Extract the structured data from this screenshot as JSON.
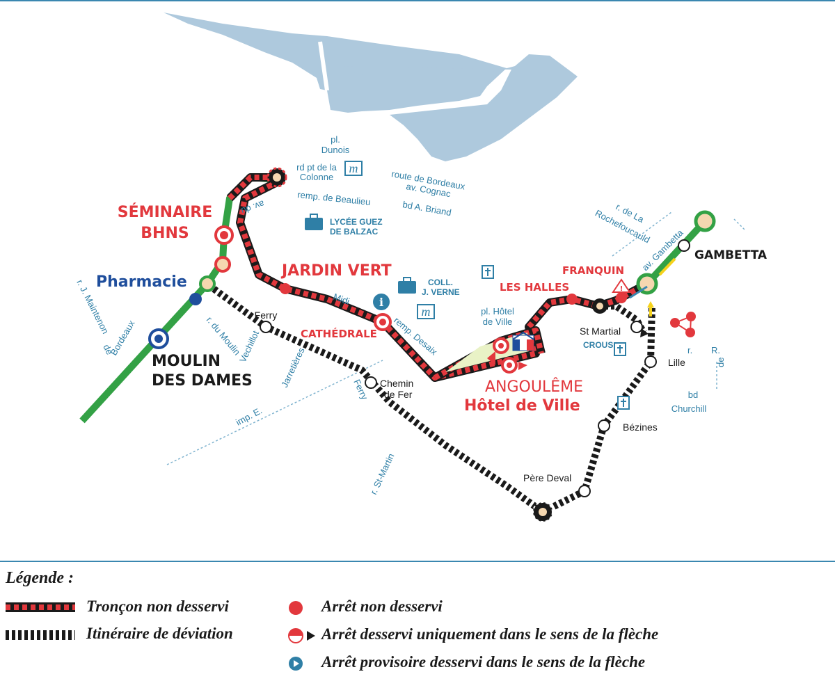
{
  "map": {
    "stops": {
      "seminaire": "SÉMINAIRE\nBHNS",
      "pharmacie": "Pharmacie",
      "moulin": "MOULIN\nDES DAMES",
      "jardin_vert": "JARDIN VERT",
      "cathedrale": "CATHÉDRALE",
      "les_halles": "LES HALLES",
      "franquin": "FRANQUIN",
      "gambetta": "GAMBETTA",
      "angouleme": "ANGOULÊME",
      "hotel_de_ville": "Hôtel de Ville",
      "ferry": "Ferry",
      "chemin_de_fer": "Chemin\nde Fer",
      "pere_deval": "Père Deval",
      "bezines": "Bézines",
      "lille": "Lille",
      "st_martial": "St Martial"
    },
    "streets": {
      "dunois": "pl.\nDunois",
      "rd_pt": "rd pt de la\nColonne",
      "remp_beaulieu": "remp. de Beaulieu",
      "route_bordeaux": "route        de        Bordeaux",
      "av_cognac": "av.              Cognac",
      "bd_briand": "bd   A.   Briand",
      "av_du": "av. du",
      "r_la_rochefoucauld": "r. de La\nRochefoucauld",
      "av_gambetta": "av. Gambetta",
      "r_maintenon": "r. J. Maintenon",
      "de": "de",
      "bordeaux": "Bordeaux",
      "r_moulin": "r. du Moulin",
      "vechillot": "Vechillot",
      "jarretieres": "Jarretières",
      "imp_e": "imp.   E.",
      "ferry_street": "Ferry",
      "midi": "Midi",
      "remp_desaix": "remp. Desaix",
      "pl_hotel_de_ville": "pl. Hôtel\nde Ville",
      "r_st_martin": "r. St-Martin",
      "r_lille": "r.",
      "bd_churchill": "bd\nChurchill",
      "r_de": "R.\n\nde"
    },
    "pois": {
      "lycee": "LYCÉE GUEZ\nDE BALZAC",
      "college": "COLL.\nJ. VERNE",
      "crous": "CROUS"
    },
    "icons": [
      "market-icon",
      "briefcase-icon",
      "info-icon",
      "church-icon",
      "bike-share-icon",
      "warning-icon",
      "town-hall-icon"
    ],
    "colors": {
      "river": "#aec9dd",
      "green_line": "#33a145",
      "red": "#e2383d",
      "black": "#1a1a1a",
      "blue": "#2f7fa6",
      "navy": "#1f4e9c"
    }
  },
  "legend": {
    "title": "Légende :",
    "items": [
      {
        "label": "Tronçon non desservi"
      },
      {
        "label": "Itinéraire de déviation"
      },
      {
        "label": "Arrêt non desservi"
      },
      {
        "label": "Arrêt desservi uniquement dans le sens de la flèche"
      },
      {
        "label": "Arrêt provisoire desservi dans le sens de la flèche"
      }
    ]
  }
}
